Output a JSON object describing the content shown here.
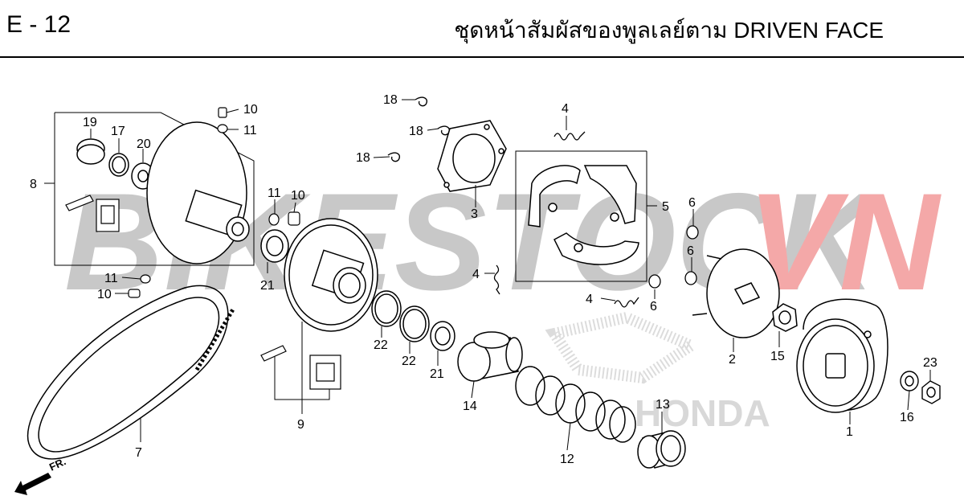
{
  "header": {
    "page_code": "E - 12",
    "title": "ชุดหน้าสัมผัสของพูลเลย์ตาม  DRIVEN FACE"
  },
  "watermark": {
    "text_gray": "BIKESTOCK",
    "text_red": "VN",
    "color_gray": "#c8c8c8",
    "color_red": "#f4a8a8",
    "brand_mark": "HONDA",
    "brand_mark_color": "#d8d8d8"
  },
  "direction": {
    "label": "FR."
  },
  "callouts": [
    "1",
    "2",
    "3",
    "4",
    "4",
    "4",
    "5",
    "6",
    "6",
    "6",
    "7",
    "8",
    "9",
    "10",
    "10",
    "10",
    "11",
    "11",
    "11",
    "12",
    "13",
    "14",
    "15",
    "16",
    "17",
    "18",
    "18",
    "18",
    "19",
    "20",
    "21",
    "21",
    "22",
    "22",
    "23"
  ],
  "icons": {
    "part_outline_color": "#000000",
    "arrow": "front-arrow-icon"
  }
}
